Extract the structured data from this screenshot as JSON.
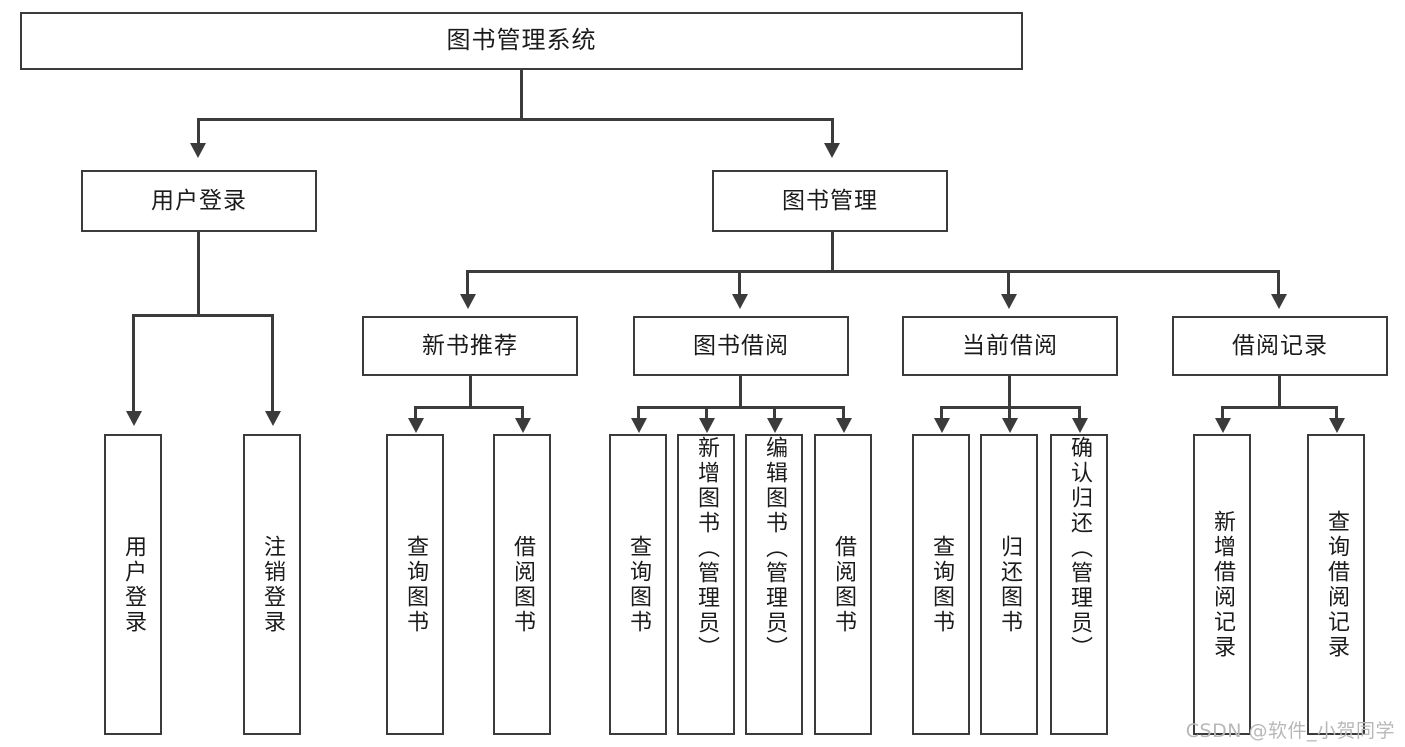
{
  "diagram": {
    "title": "图书管理系统",
    "type": "tree-hierarchy-chart",
    "root": {
      "label": "图书管理系统"
    },
    "level2": [
      {
        "label": "用户登录"
      },
      {
        "label": "图书管理"
      }
    ],
    "level3": [
      {
        "label": "新书推荐"
      },
      {
        "label": "图书借阅"
      },
      {
        "label": "当前借阅"
      },
      {
        "label": "借阅记录"
      }
    ],
    "leaves": {
      "user_login": [
        {
          "label": "用户登录"
        },
        {
          "label": "注销登录"
        }
      ],
      "new_book_recommend": [
        {
          "label": "查询图书"
        },
        {
          "label": "借阅图书"
        }
      ],
      "book_borrow": [
        {
          "label": "查询图书"
        },
        {
          "label": "新增图书（管理员）"
        },
        {
          "label": "编辑图书（管理员）"
        },
        {
          "label": "借阅图书"
        }
      ],
      "current_borrow": [
        {
          "label": "查询图书"
        },
        {
          "label": "归还图书"
        },
        {
          "label": "确认归还（管理员）"
        }
      ],
      "borrow_record": [
        {
          "label": "新增借阅记录"
        },
        {
          "label": "查询借阅记录"
        }
      ]
    }
  },
  "watermark": {
    "text": "CSDN @软件_小贺同学"
  },
  "colors": {
    "stroke": "#3b3b3b",
    "text": "#1b1b1b",
    "background": "#ffffff",
    "watermark": "#b8b8b8"
  }
}
